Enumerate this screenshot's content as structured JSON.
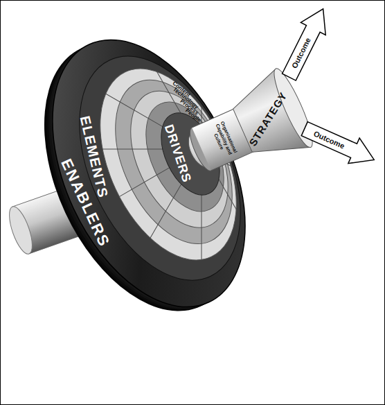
{
  "diagram": {
    "nodes": [
      {
        "text": [
          "ENABLERS"
        ]
      },
      {
        "text": [
          "ELEMENTS"
        ]
      },
      {
        "text": [
          "DRIVERS"
        ]
      },
      {
        "text": [
          "Content"
        ]
      },
      {
        "text": [
          "Technology"
        ]
      },
      {
        "text": [
          "Process"
        ]
      },
      {
        "text": [
          "People"
        ]
      },
      {
        "text": [
          "Organisational Capability and Culture"
        ]
      },
      {
        "text": [
          "STRATEGY"
        ]
      },
      {
        "text": [
          "Outcome"
        ]
      },
      {
        "text": [
          "Outcome"
        ]
      }
    ]
  }
}
